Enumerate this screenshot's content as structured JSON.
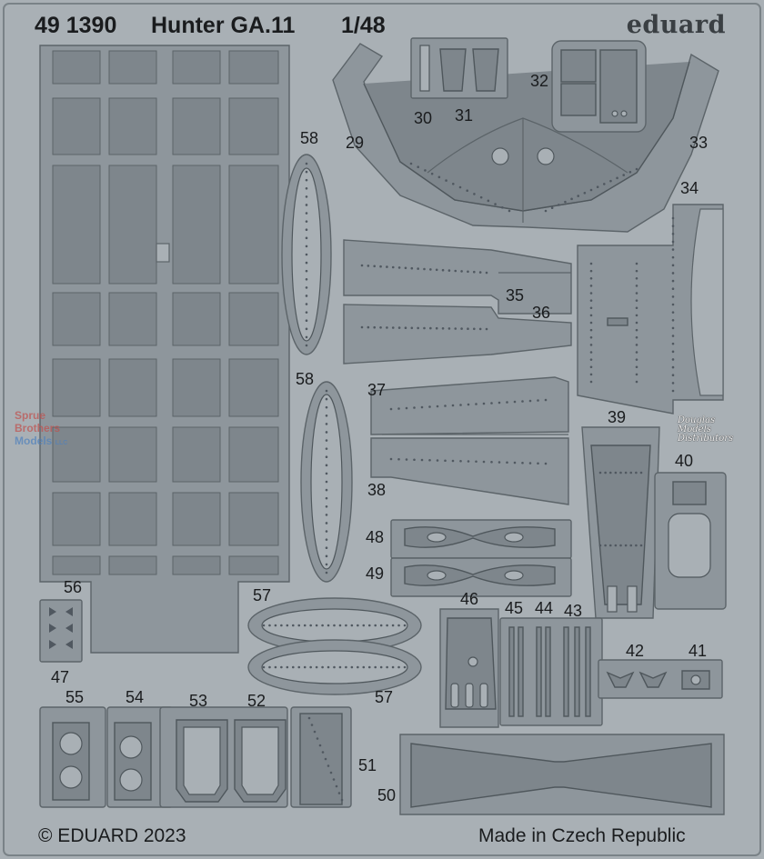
{
  "header": {
    "product_code": "49 1390",
    "kit_name": "Hunter GA.11",
    "scale": "1/48",
    "brand": "eduard"
  },
  "footer": {
    "copyright": "© EDUARD 2023",
    "origin": "Made in Czech Republic"
  },
  "watermark": {
    "line1": "Sprue",
    "line2": "Brothers",
    "line3": "Models",
    "line3_suffix": "LLC",
    "distributor_line1": "Douglas",
    "distributor_line2": "Models",
    "distributor_line3": "Distributors"
  },
  "part_labels": {
    "p29": "29",
    "p30": "30",
    "p31": "31",
    "p32": "32",
    "p33": "33",
    "p34": "34",
    "p35": "35",
    "p36": "36",
    "p37": "37",
    "p38": "38",
    "p39": "39",
    "p40": "40",
    "p41": "41",
    "p42": "42",
    "p43": "43",
    "p44": "44",
    "p45": "45",
    "p46": "46",
    "p47": "47",
    "p48": "48",
    "p49": "49",
    "p50": "50",
    "p51": "51",
    "p52": "52",
    "p53": "53",
    "p54": "54",
    "p55": "55",
    "p56": "56",
    "p57a": "57",
    "p57b": "57",
    "p58a": "58",
    "p58b": "58"
  },
  "colors": {
    "fret_background": "#a9b0b5",
    "metal_part": "#8e969c",
    "part_outline": "#5c6469",
    "label_text": "#1a1c1e",
    "brand_text": "#3a3f43",
    "watermark_red": "#c0504d",
    "watermark_blue": "#4f81bd"
  }
}
